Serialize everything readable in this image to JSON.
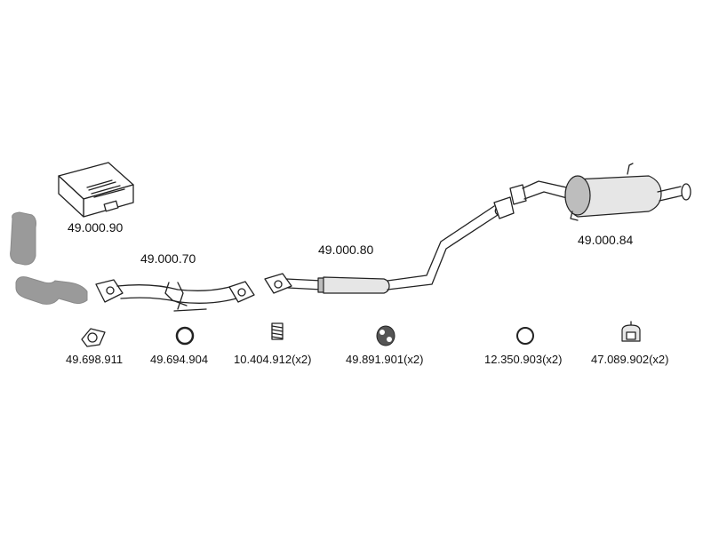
{
  "main_parts": [
    {
      "id": "mounting-kit",
      "label": "49.000.90"
    },
    {
      "id": "front-pipe",
      "label": "49.000.70"
    },
    {
      "id": "middle-silencer",
      "label": "49.000.80"
    },
    {
      "id": "rear-silencer",
      "label": "49.000.84"
    }
  ],
  "accessories": [
    {
      "id": "gasket-flange",
      "label": "49.698.911",
      "icon": "flange-gasket-icon"
    },
    {
      "id": "ring-gasket",
      "label": "49.694.904",
      "icon": "ring-gasket-icon"
    },
    {
      "id": "spring",
      "label": "10.404.912(x2)",
      "icon": "spring-icon"
    },
    {
      "id": "rubber-mount",
      "label": "49.891.901(x2)",
      "icon": "rubber-mount-icon"
    },
    {
      "id": "sealing-ring",
      "label": "12.350.903(x2)",
      "icon": "sealing-ring-icon"
    },
    {
      "id": "hanger",
      "label": "47.089.902(x2)",
      "icon": "hanger-icon"
    }
  ]
}
